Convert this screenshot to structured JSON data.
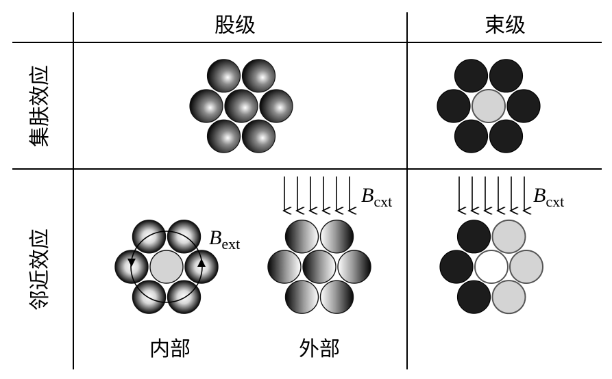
{
  "columns": {
    "strand": "股级",
    "bundle": "束级"
  },
  "rows": {
    "skin": "集肤效应",
    "proximity": "邻近效应"
  },
  "labels": {
    "internal": "内部",
    "external": "外部"
  },
  "field": {
    "ext_symbol": "B",
    "ext_sub": "ext",
    "cxt_symbol": "B",
    "cxt_sub": "cxt"
  },
  "colors": {
    "dark": "#1c1c1c",
    "light": "#d4d4d4",
    "white": "#ffffff",
    "line": "#000000"
  }
}
